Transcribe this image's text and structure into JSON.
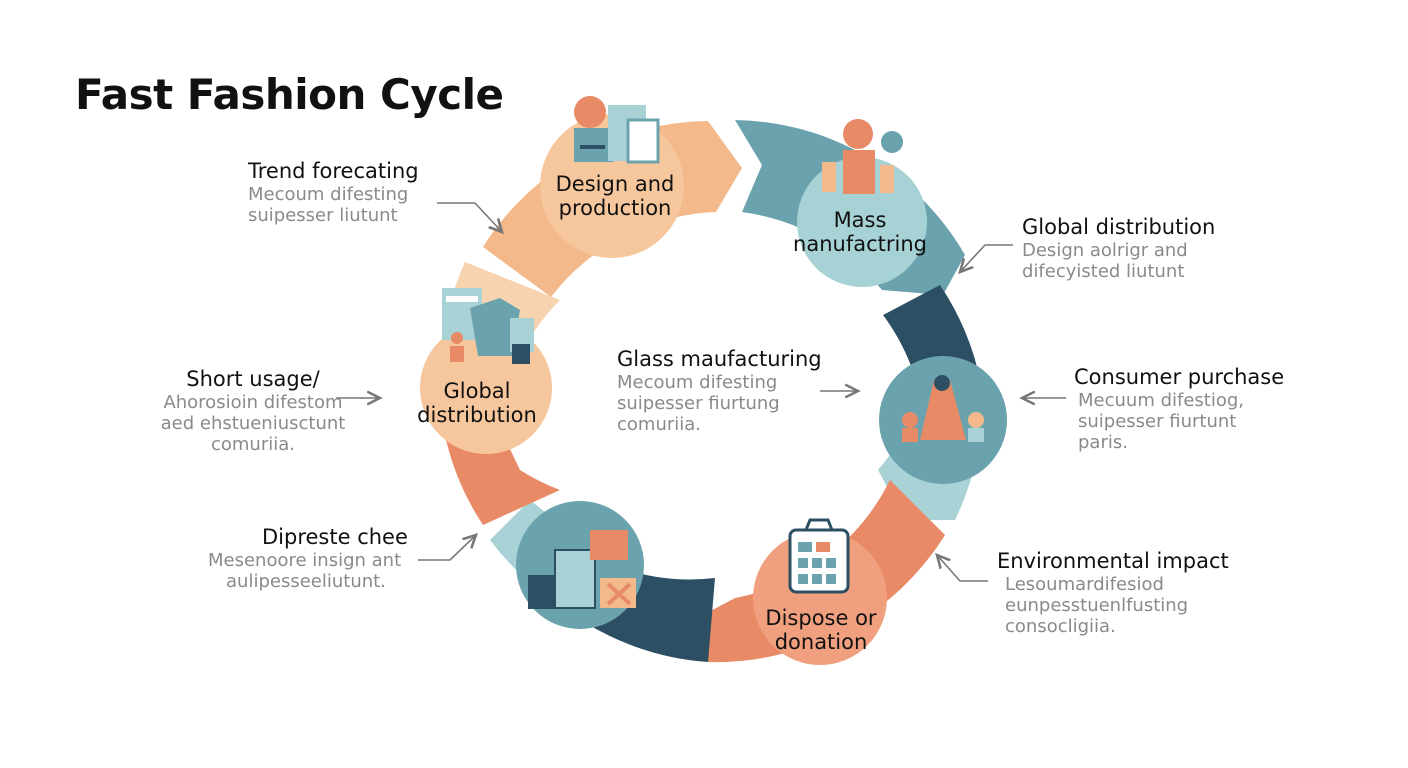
{
  "title": "Fast Fashion Cycle",
  "colors": {
    "peach": "#f3b98a",
    "peach_light": "#f8d3b0",
    "coral": "#e98a66",
    "teal": "#6aa3ad",
    "teal_light": "#a9d2d6",
    "navy": "#2d4f63"
  },
  "circle_labels": {
    "design": [
      "Design and",
      "production"
    ],
    "mass": [
      "Mass",
      "nanufactring"
    ],
    "global": [
      "Global",
      "distribution"
    ],
    "dispose": [
      "Dispose or",
      "donation"
    ]
  },
  "callouts": {
    "trend": {
      "heading": "Trend forecating",
      "desc": [
        "Mecoum difesting",
        "suipesser liutunt"
      ]
    },
    "global_dist": {
      "heading": "Global distribution",
      "desc": [
        "Design aolrigr and",
        "difecyisted liutunt"
      ]
    },
    "center": {
      "heading": "Glass maufacturing",
      "desc": [
        "Mecoum difesting",
        "suipesser fiurtung",
        "comuriia."
      ]
    },
    "short": {
      "heading": "Short usage/",
      "desc": [
        "Ahorosioin difestom",
        "aed ehstueniusctunt",
        "comuriia."
      ]
    },
    "consumer": {
      "heading": "Consumer purchase",
      "desc": [
        "Mecuum difestiog,",
        "suipesser fiurtunt",
        "paris."
      ]
    },
    "dipreste": {
      "heading": "Dipreste chee",
      "desc": [
        "Mesenoore insign ant",
        "aulipesseeliutunt."
      ]
    },
    "env": {
      "heading": "Environmental impact",
      "desc": [
        "Lesoumardifesiod",
        "eunpesstuenlfusting",
        "consocligiia."
      ]
    }
  }
}
